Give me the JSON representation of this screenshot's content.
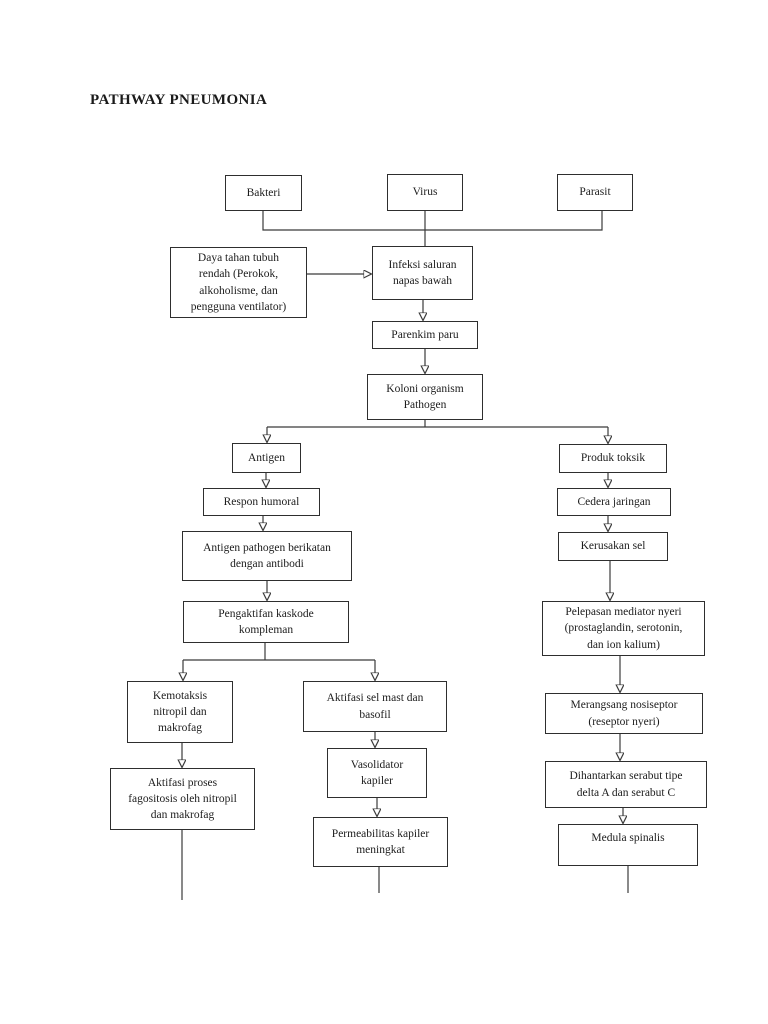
{
  "title": "PATHWAY PNEUMONIA",
  "ink_color": "#2e2e2e",
  "line_color": "#3b3b3b",
  "nodes": {
    "bakteri": {
      "label": "Bakteri"
    },
    "virus": {
      "label": "Virus"
    },
    "parasit": {
      "label": "Parasit"
    },
    "daya": {
      "label": "Daya tahan tubuh\nrendah (Perokok,\nalkoholisme, dan\npengguna ventilator)"
    },
    "infeksi": {
      "label": "Infeksi saluran\nnapas bawah"
    },
    "parenkim": {
      "label": "Parenkim paru"
    },
    "koloni": {
      "label": "Koloni organism\nPathogen"
    },
    "antigen": {
      "label": "Antigen"
    },
    "respon": {
      "label": "Respon humoral"
    },
    "antigen_pathogen": {
      "label": "Antigen pathogen berikatan\ndengan antibodi"
    },
    "pengaktifan": {
      "label": "Pengaktifan kaskode\nkompleman"
    },
    "kemotaksis": {
      "label": "Kemotaksis\nnitropil dan\nmakrofag"
    },
    "aktifasi_fagositosis": {
      "label": "Aktifasi proses\nfagositosis oleh nitropil\ndan makrofag"
    },
    "aktifasi_mast": {
      "label": "Aktifasi sel mast dan\nbasofil"
    },
    "vasolidator": {
      "label": "Vasolidator\nkapiler"
    },
    "permeabilitas": {
      "label": "Permeabilitas kapiler\nmeningkat"
    },
    "produk": {
      "label": "Produk toksik"
    },
    "cedera": {
      "label": "Cedera jaringan"
    },
    "kerusakan": {
      "label": "Kerusakan sel"
    },
    "pelepasan": {
      "label": "Pelepasan mediator nyeri\n(prostaglandin, serotonin,\ndan ion kalium)"
    },
    "merangsang": {
      "label": "Merangsang nosiseptor\n(reseptor nyeri)"
    },
    "dihantarkan": {
      "label": "Dihantarkan serabut tipe\ndelta A dan serabut C"
    },
    "medula": {
      "label": "Medula spinalis"
    }
  }
}
